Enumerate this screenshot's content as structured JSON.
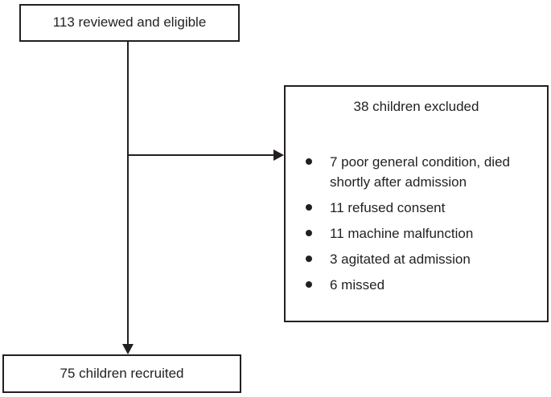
{
  "flowchart": {
    "top_box": {
      "label": "113 reviewed and eligible"
    },
    "excluded_box": {
      "title": "38 children excluded",
      "items": [
        "7 poor general condition, died shortly after admission",
        "11 refused consent",
        "11 machine malfunction",
        "3 agitated at admission",
        "6 missed"
      ]
    },
    "bottom_box": {
      "label": "75 children recruited"
    },
    "colors": {
      "line": "#231f20",
      "background": "#ffffff"
    }
  }
}
